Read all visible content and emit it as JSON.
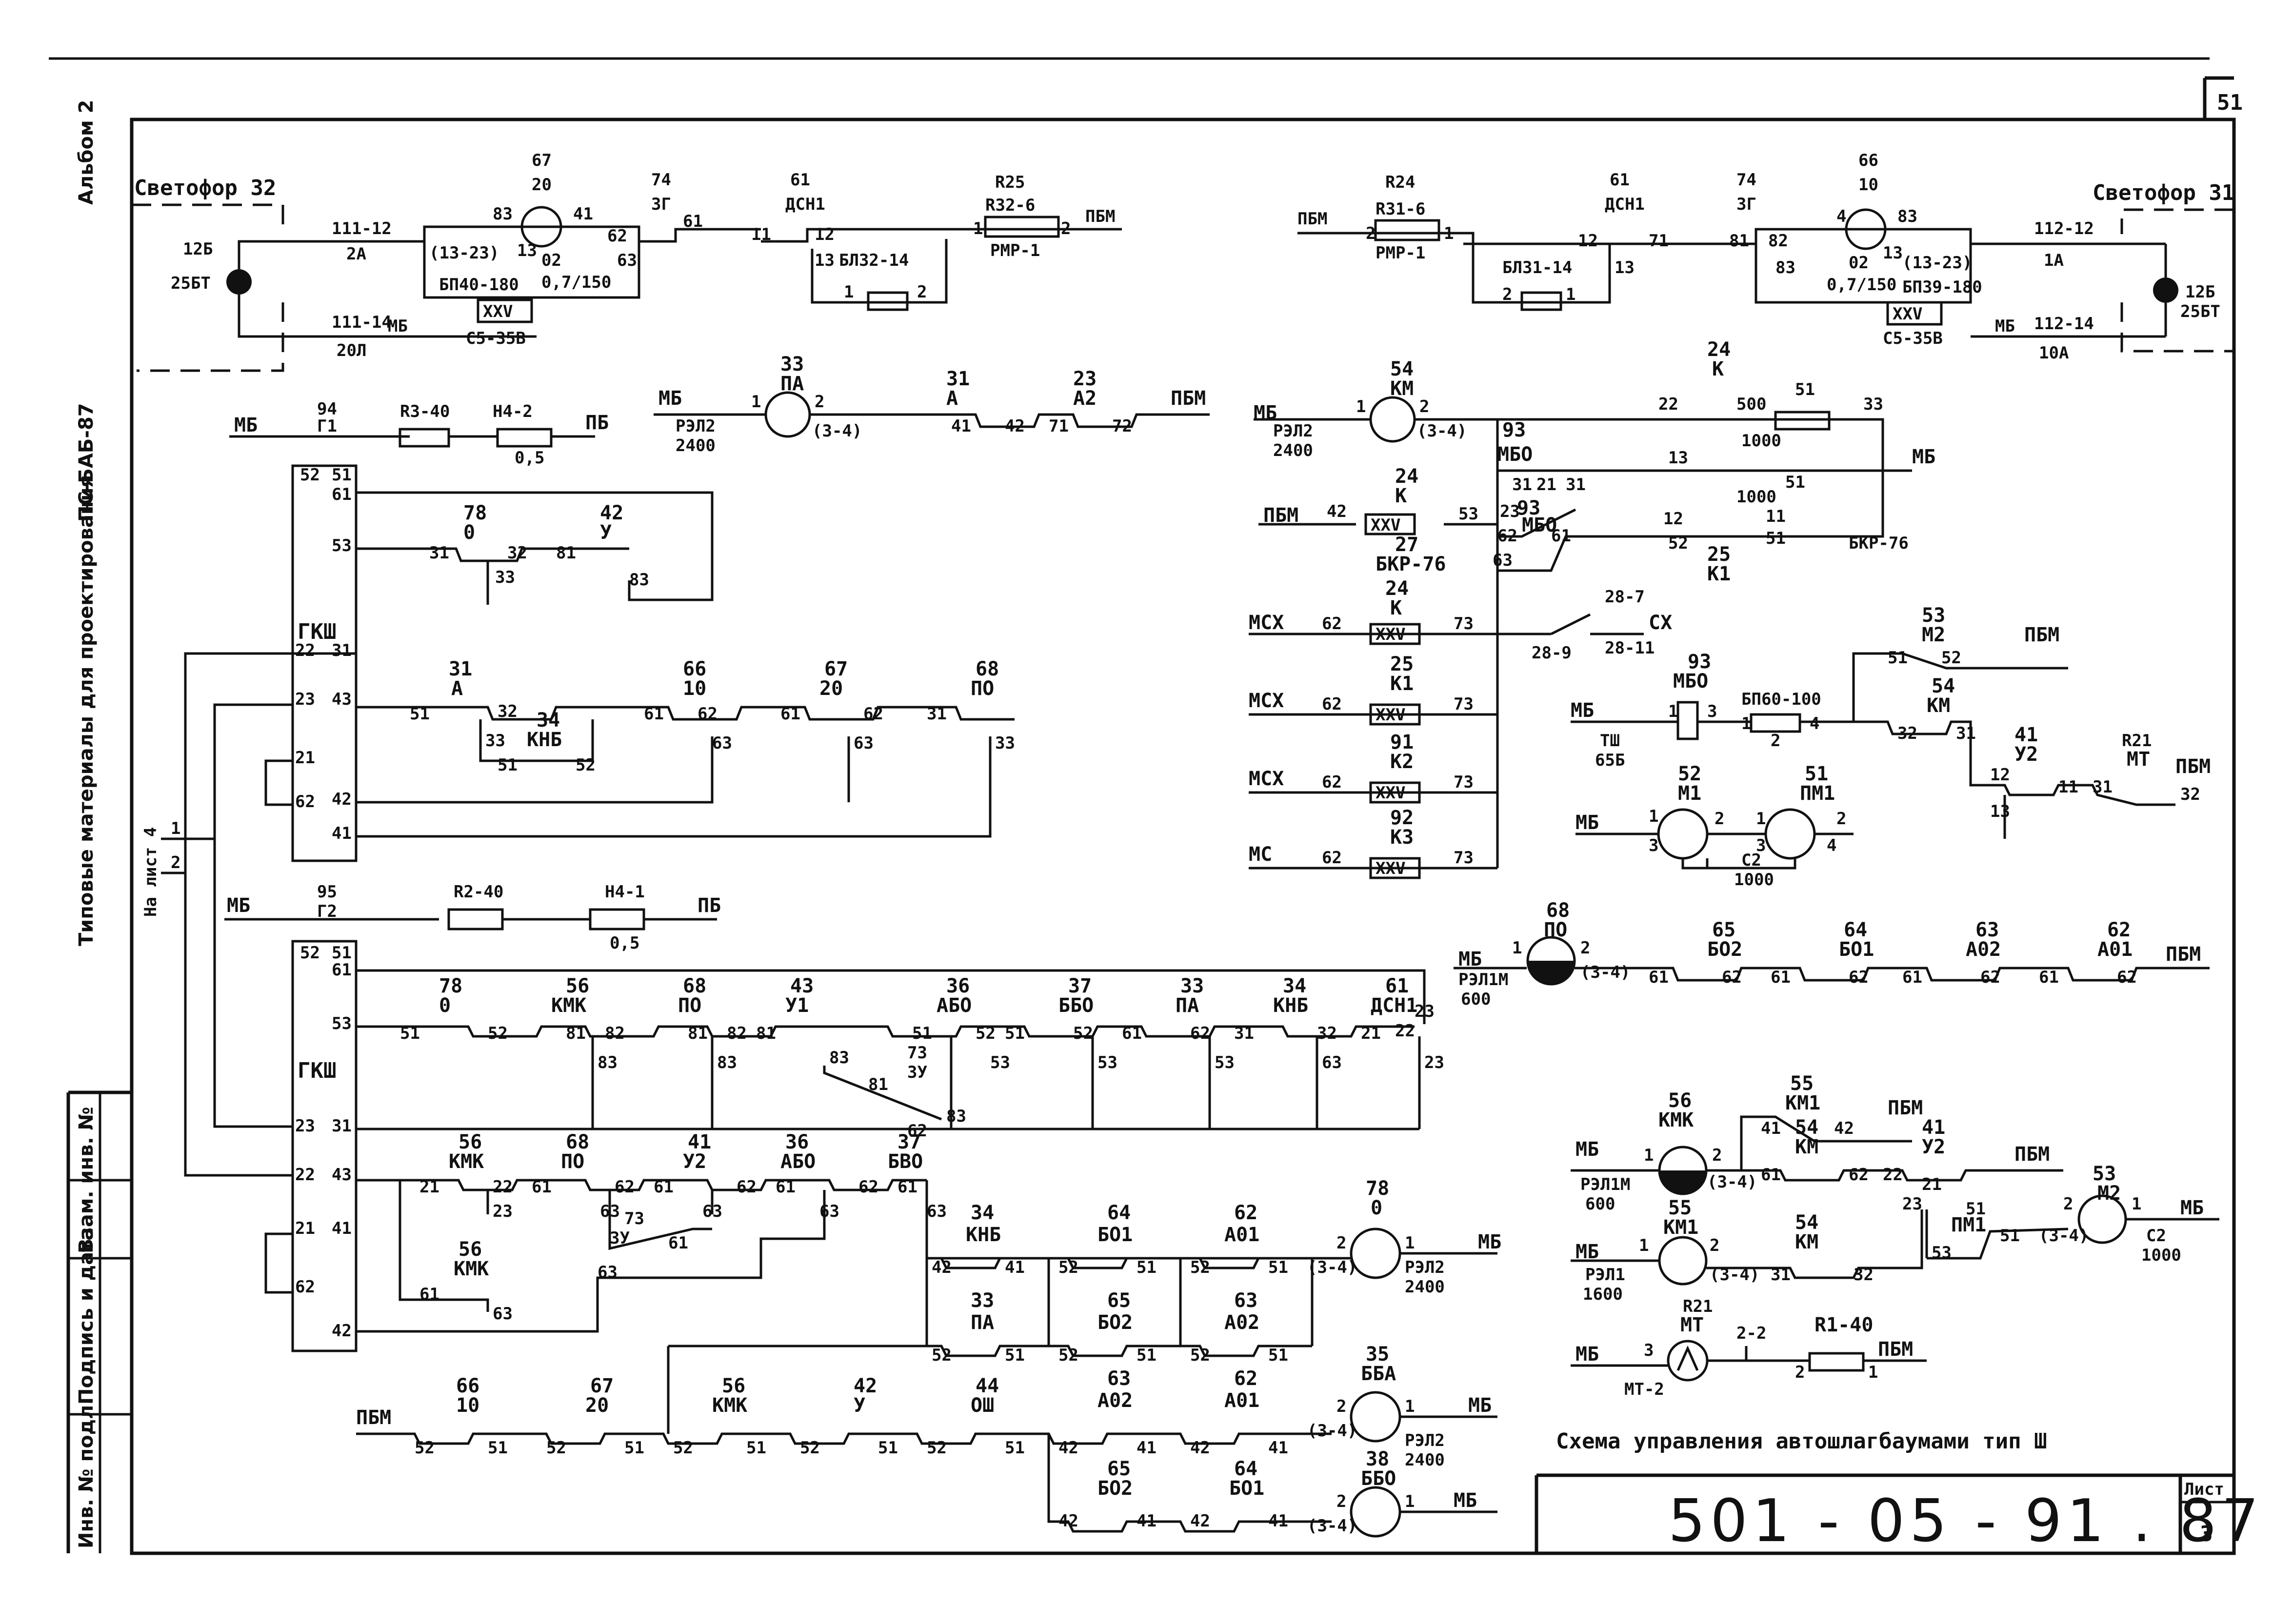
{
  "sheet": {
    "page_number": "51",
    "album": "Альбом 2",
    "series": "ПС-БАБ-87",
    "typical": "Типовые материалы для проектирования",
    "side_labels": [
      "Инв. № подл.",
      "Подпись и дата",
      "Взам. инв. №"
    ],
    "doc_number": "501 - 05 - 91 . 87",
    "list_label": "Лист",
    "list_number": "3",
    "caption": "Схема управления автошлагбаумами тип Ш",
    "na_list": "На лист 4"
  },
  "upper_left": {
    "light_title": "Светофор 32",
    "lamp": [
      "12Б",
      "25БТ"
    ],
    "wire_top": [
      "111-12",
      "2А"
    ],
    "wire_bot": [
      "111-14",
      "20Л",
      "МБ"
    ],
    "diode": [
      "67",
      "20",
      "83",
      "41",
      "(13-23)",
      "13",
      "02",
      "0,7/150",
      "62",
      "63",
      "БП40-180",
      "XXV",
      "С5-35В",
      "2"
    ],
    "relay_74": [
      "74",
      "3Г",
      "61"
    ],
    "relay_61": [
      "61",
      "ДСН1",
      "11",
      "12",
      "13",
      "БЛ32-14",
      "1",
      "2"
    ],
    "resistor": [
      "R25",
      "R32-6",
      "РМР-1",
      "1",
      "2",
      "ПБМ"
    ]
  },
  "upper_right": {
    "light_title": "Светофор 31",
    "lamp": [
      "12Б",
      "25БТ"
    ],
    "wire_top": [
      "112-12",
      "1А"
    ],
    "wire_bot": [
      "112-14",
      "10А",
      "МБ"
    ],
    "resistor": [
      "R24",
      "R31-6",
      "РМР-1",
      "ПБМ",
      "2",
      "1"
    ],
    "relay_61": [
      "61",
      "ДСН1",
      "12",
      "13",
      "71",
      "БЛ31-14",
      "2",
      "1"
    ],
    "relay_74": [
      "74",
      "3Г",
      "81",
      "82",
      "83"
    ],
    "diode": [
      "66",
      "10",
      "4",
      "83",
      "13",
      "(13-23)",
      "02",
      "0,7/150",
      "БП39-180",
      "XXV",
      "С5-35В",
      "2"
    ]
  },
  "relay_pa": [
    "МБ",
    "1",
    "33",
    "ПА",
    "2",
    "РЭЛ2",
    "2400",
    "(3-4)",
    "31",
    "А",
    "41",
    "42",
    "23",
    "А2",
    "71",
    "72",
    "ПБМ"
  ],
  "gksh1": {
    "head": [
      "МБ",
      "94",
      "Г1",
      "R3-40",
      "Н4-2",
      "0,5",
      "ПБ",
      "2",
      "1",
      "1",
      "2",
      "1"
    ],
    "label": "ГКШ",
    "pins": [
      "52",
      "51",
      "61",
      "53",
      "31",
      "22",
      "23",
      "43",
      "21",
      "62",
      "42",
      "41"
    ],
    "rows": [
      "78",
      "0",
      "31",
      "32",
      "81",
      "42",
      "У",
      "83",
      "33",
      "31",
      "А",
      "51",
      "32",
      "33",
      "34",
      "КНБ",
      "51",
      "52",
      "66",
      "10",
      "61",
      "62",
      "63",
      "67",
      "20",
      "61",
      "62",
      "63",
      "68",
      "ПО",
      "31",
      "33"
    ]
  },
  "gksh2": {
    "head": [
      "МБ",
      "95",
      "Г2",
      "R2-40",
      "Н4-1",
      "0,5",
      "ПБ",
      "2",
      "1",
      "1",
      "2",
      "1"
    ],
    "label": "ГКШ",
    "pins": [
      "52",
      "51",
      "61",
      "53",
      "31",
      "23",
      "22",
      "43",
      "41",
      "21",
      "62",
      "42"
    ],
    "row1": [
      "78",
      "0",
      "56",
      "КМК",
      "68",
      "ПО",
      "43",
      "У1",
      "36",
      "АБО",
      "37",
      "ББО",
      "33",
      "ПА",
      "34",
      "КНБ",
      "61",
      "ДСН1"
    ],
    "row1_pins": [
      "51",
      "52",
      "81",
      "82",
      "81",
      "82",
      "81",
      "51",
      "52",
      "51",
      "52",
      "61",
      "62",
      "31",
      "32",
      "21",
      "22"
    ],
    "row1_sub": [
      "83",
      "83",
      "83",
      "73",
      "3У",
      "81",
      "83",
      "53",
      "53",
      "53",
      "63",
      "23",
      "23"
    ],
    "row2": [
      "56",
      "КМК",
      "68",
      "ПО",
      "41",
      "У2",
      "36",
      "АБО",
      "37",
      "БВО"
    ],
    "row2_pins": [
      "21",
      "22",
      "61",
      "62",
      "61",
      "62",
      "61",
      "62",
      "61",
      "62",
      "63",
      "23",
      "63",
      "63",
      "63",
      "63",
      "73",
      "3У",
      "61",
      "63",
      "56",
      "КМК",
      "61",
      "63"
    ]
  },
  "coil_o": [
    "34",
    "КНБ",
    "42",
    "41",
    "64",
    "БО1",
    "52",
    "51",
    "62",
    "А01",
    "52",
    "51",
    "33",
    "ПА",
    "52",
    "51",
    "65",
    "БО2",
    "52",
    "51",
    "63",
    "А02",
    "52",
    "51",
    "78",
    "0",
    "2",
    "1",
    "(3-4)",
    "РЭЛ2",
    "2400",
    "МБ"
  ],
  "bottom_row": [
    "ПБМ",
    "66",
    "10",
    "52",
    "51",
    "67",
    "20",
    "52",
    "51",
    "56",
    "КМК",
    "52",
    "51",
    "42",
    "У",
    "52",
    "51",
    "44",
    "ОШ",
    "52",
    "51",
    "63",
    "А02",
    "42",
    "41",
    "62",
    "А01",
    "42",
    "41",
    "35",
    "ББА",
    "2",
    "1",
    "(3-4)",
    "РЭЛ2",
    "2400",
    "МБ",
    "65",
    "БО2",
    "42",
    "41",
    "64",
    "БО1",
    "42",
    "41",
    "38",
    "ББО",
    "2",
    "1",
    "(3-4)",
    "МБ"
  ],
  "relay_km": [
    "МБ",
    "54",
    "КМ",
    "1",
    "2",
    "РЭЛ2",
    "2400",
    "(3-4)",
    "24",
    "К",
    "22",
    "500",
    "51",
    "33",
    "1000",
    "93",
    "МБО",
    "31",
    "21",
    "31",
    "13",
    "51",
    "МБ",
    "1000",
    "93",
    "МБО",
    "23",
    "62",
    "63",
    "61",
    "12",
    "52",
    "51",
    "11",
    "25",
    "К1",
    "БКР-76",
    "ПБМ",
    "42",
    "24",
    "К",
    "XXV",
    "53",
    "27",
    "БКР-76"
  ],
  "msx": [
    {
      "lbl": "МСХ",
      "top": [
        "24",
        "К"
      ],
      "l": "62",
      "r": "73"
    },
    {
      "lbl": "МСХ",
      "top": [
        "25",
        "К1"
      ],
      "l": "62",
      "r": "73"
    },
    {
      "lbl": "МСХ",
      "top": [
        "91",
        "К2"
      ],
      "l": "62",
      "r": "73"
    },
    {
      "lbl": "МС",
      "top": [
        "92",
        "К3"
      ],
      "l": "62",
      "r": "73"
    }
  ],
  "switch_cx": [
    "28-7",
    "СХ",
    "28-9",
    "28-11",
    "XXV"
  ],
  "mbo_block": [
    "53",
    "М2",
    "ПБМ",
    "51",
    "52",
    "93",
    "МБО",
    "МБ",
    "1",
    "3",
    "ТШ",
    "65Б",
    "БП60-100",
    "1",
    "4",
    "2",
    "54",
    "КМ",
    "32",
    "31",
    "41",
    "У2",
    "12",
    "11",
    "31",
    "13",
    "R21",
    "МТ",
    "ПБМ",
    "32"
  ],
  "motors": [
    "МБ",
    "52",
    "М1",
    "1",
    "2",
    "3",
    "51",
    "ПМ1",
    "1",
    "2",
    "3",
    "4",
    "С2",
    "1000"
  ],
  "po_row": [
    "МБ",
    "68",
    "ПО",
    "1",
    "2",
    "РЭЛ1М",
    "600",
    "(3-4)",
    "65",
    "БО2",
    "61",
    "62",
    "64",
    "БО1",
    "61",
    "62",
    "63",
    "А02",
    "61",
    "62",
    "62",
    "А01",
    "61",
    "62",
    "ПБМ"
  ],
  "kmk_block": [
    "55",
    "КМ1",
    "ПБМ",
    "41",
    "42",
    "56",
    "КМК",
    "МБ",
    "1",
    "2",
    "РЭЛ1М",
    "600",
    "(3-4)",
    "61",
    "54",
    "КМ",
    "62",
    "22",
    "41",
    "У2",
    "21",
    "ПБМ",
    "53",
    "М2",
    "2",
    "1",
    "МБ",
    "С2",
    "1000",
    "(3-4)"
  ],
  "km1_block": [
    "МБ",
    "1",
    "55",
    "КМ1",
    "2",
    "РЭЛ1",
    "1600",
    "(3-4)",
    "31",
    "54",
    "КМ",
    "32",
    "23",
    "51",
    "ПМ1",
    "53",
    "51"
  ],
  "mt_block": [
    "МБ",
    "3",
    "R21",
    "МТ",
    "МТ-2",
    "2-2",
    "R1-40",
    "2",
    "1",
    "ПБМ"
  ]
}
